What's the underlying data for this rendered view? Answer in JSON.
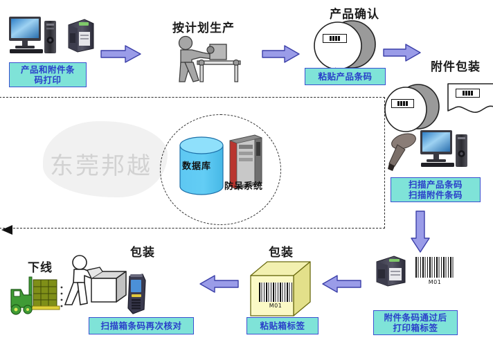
{
  "diagram": {
    "title_watermark": "东莞邦越",
    "headings": {
      "production": "按计划生产",
      "product_confirm": "产品确认",
      "accessory_pack": "附件包装",
      "pack_left": "包装",
      "pack_right": "包装",
      "offline": "下线"
    },
    "callouts": {
      "print_barcodes": [
        "产品和附件条",
        "码打印"
      ],
      "stick_product_barcode": [
        "粘贴产品条码"
      ],
      "scan_barcodes": [
        "扫描产品条码",
        "扫描附件条码"
      ],
      "print_carton_label": [
        "附件条码通过后",
        "打印箱标签"
      ],
      "stick_carton_label": [
        "粘贴箱标签"
      ],
      "scan_carton_recheck": [
        "扫描箱条码再次核对"
      ]
    },
    "center": {
      "database": "数据库",
      "system": "防呆系统"
    },
    "barcodes": {
      "printer_output": "M01",
      "carton": "M01"
    },
    "colors": {
      "callout_fill": "#7fe3d8",
      "callout_border": "#3a4fd0",
      "callout_text": "#2a3fc9",
      "arrow_fill": "#9a9ce8",
      "arrow_stroke": "#3b3fa8",
      "database_fill": "#5cc8f0",
      "carton_fill": "#f2f0a8",
      "forklift": "#3f9b35",
      "watermark": "#d2d2d2"
    }
  }
}
